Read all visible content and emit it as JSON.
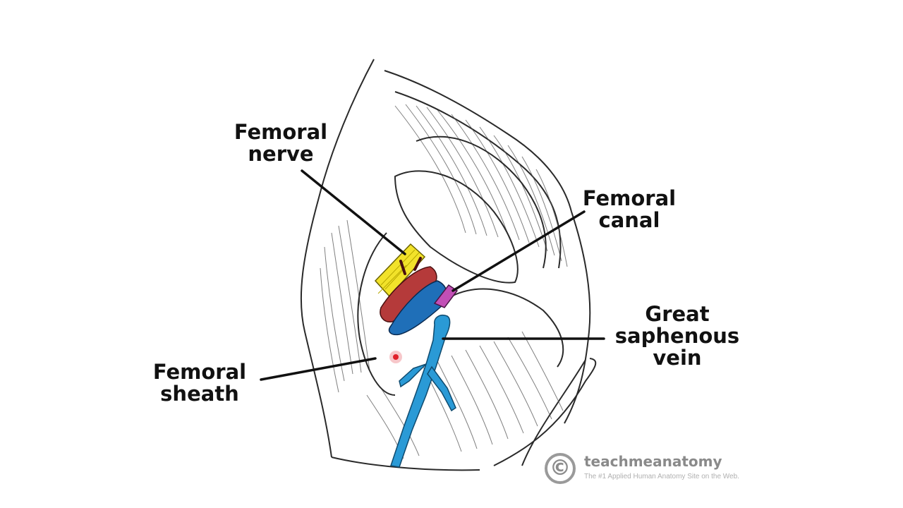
{
  "labels": {
    "femoral_nerve": [
      "Femoral",
      "nerve"
    ],
    "femoral_canal": [
      "Femoral",
      "canal"
    ],
    "great_saphenous_vein": [
      "Great",
      "saphenous",
      "vein"
    ],
    "femoral_sheath": [
      "Femoral",
      "sheath"
    ]
  },
  "watermark": {
    "symbol": "©",
    "name": "teachmeanatomy",
    "tagline": "The #1 Applied Human Anatomy Site on the Web."
  },
  "colors": {
    "femoral_nerve": "#f2e22a",
    "femoral_artery": "#b53a3a",
    "femoral_vein": "#1f6fb8",
    "femoral_canal": "#c24fb6",
    "great_saphenous_vein": "#2a9ad6",
    "marker_dot": "#e0202a",
    "line_art": "#2a2a2a"
  }
}
